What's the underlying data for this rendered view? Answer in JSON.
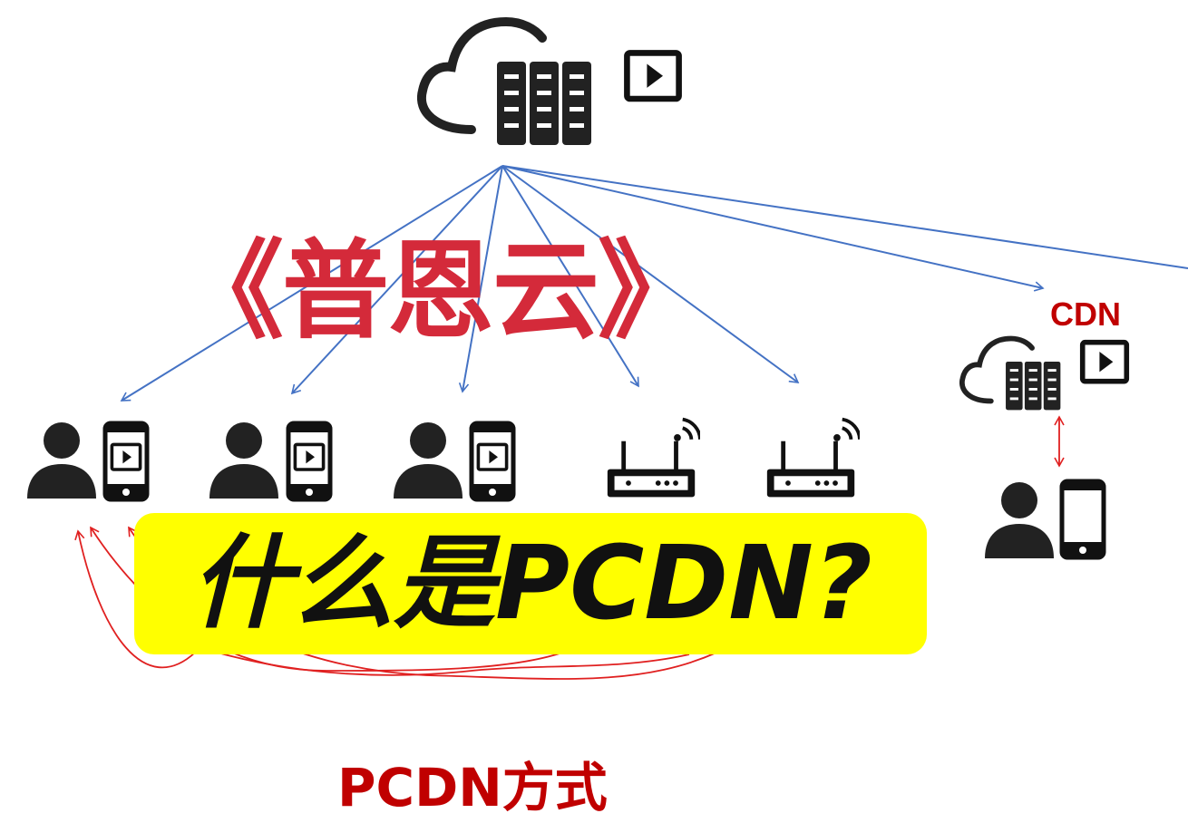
{
  "title": "《普恩云》",
  "banner": {
    "text": "什么是PCDN?",
    "background": "#ffff00"
  },
  "cdn_label": "CDN",
  "caption": "PCDN方式",
  "colors": {
    "arrow_blue": "#4472c4",
    "arrow_red": "#e02020",
    "title_red": "#d42a3a",
    "icon": "#222222"
  },
  "icons": [
    "cloud-server-icon",
    "video-icon",
    "user-icon",
    "phone-icon",
    "router-icon"
  ]
}
